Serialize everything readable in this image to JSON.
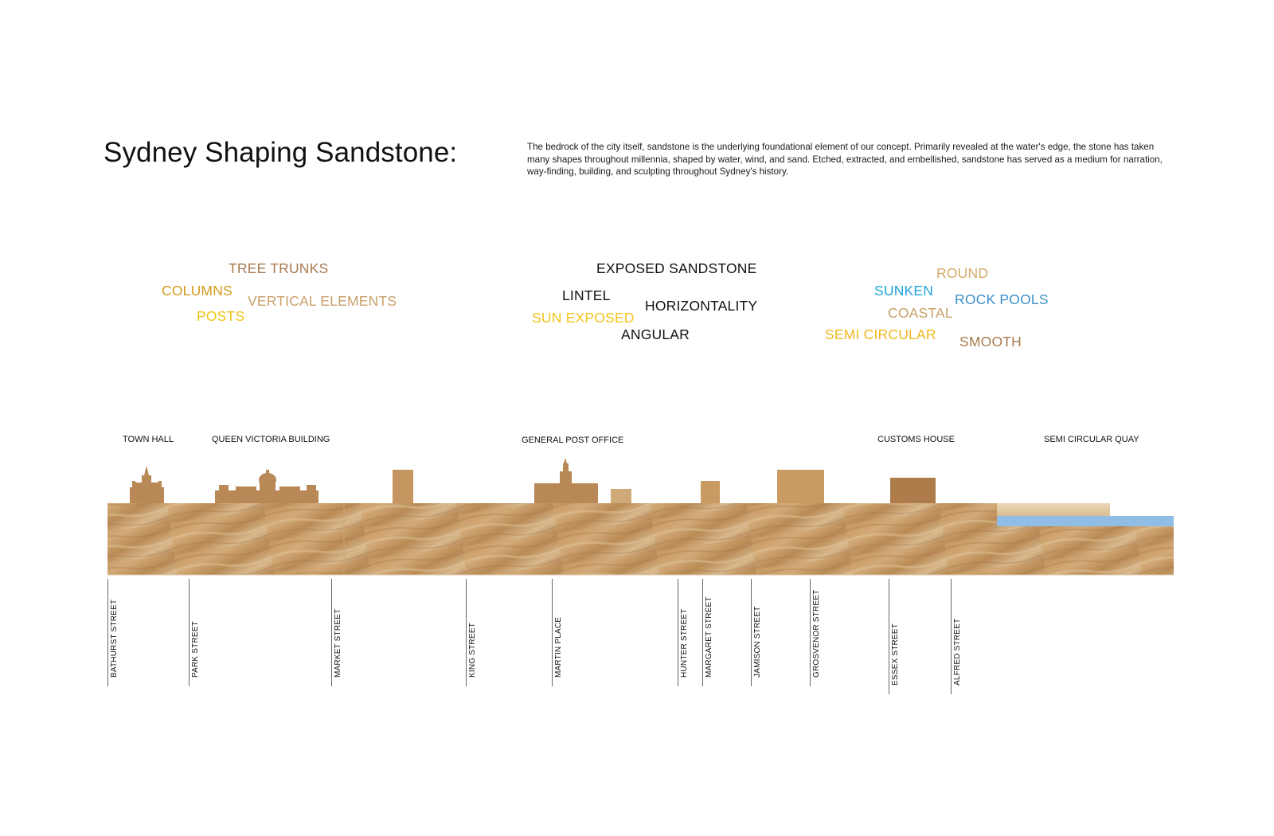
{
  "title": "Sydney Shaping Sandstone:",
  "intro": "The bedrock of the city itself, sandstone is the underlying foundational element of our concept. Primarily revealed at the water's edge, the stone has taken many shapes throughout millennia, shaped by water, wind, and sand. Etched, extracted, and embellished, sandstone has served as a medium for narration, way-finding, building, and sculpting throughout Sydney's history.",
  "word_groups": [
    {
      "words": [
        {
          "text": "TREE TRUNKS",
          "color": "#a87b4f"
        },
        {
          "text": "COLUMNS",
          "color": "#d49a1e"
        },
        {
          "text": "VERTICAL ELEMENTS",
          "color": "#c9a06a"
        },
        {
          "text": "POSTS",
          "color": "#f0c419"
        }
      ]
    },
    {
      "words": [
        {
          "text": "EXPOSED SANDSTONE",
          "color": "#111111"
        },
        {
          "text": "LINTEL",
          "color": "#111111"
        },
        {
          "text": "HORIZONTALITY",
          "color": "#111111"
        },
        {
          "text": "SUN EXPOSED",
          "color": "#f5c518"
        },
        {
          "text": "ANGULAR",
          "color": "#111111"
        }
      ]
    },
    {
      "words": [
        {
          "text": "ROUND",
          "color": "#d6a96a"
        },
        {
          "text": "SUNKEN",
          "color": "#1fa3dc"
        },
        {
          "text": "ROCK POOLS",
          "color": "#3d8fc9"
        },
        {
          "text": "COASTAL",
          "color": "#c9a06a"
        },
        {
          "text": "SEMI CIRCULAR",
          "color": "#f0b820"
        },
        {
          "text": "SMOOTH",
          "color": "#a87b4f"
        }
      ]
    }
  ],
  "landmarks": [
    "TOWN HALL",
    "QUEEN VICTORIA BUILDING",
    "GENERAL POST OFFICE",
    "CUSTOMS HOUSE",
    "SEMI CIRCULAR QUAY"
  ],
  "streets": [
    "BATHURST  STREET",
    "PARK  STREET",
    "MARKET  STREET",
    "KING STREET",
    "MARTIN  PLACE",
    "HUNTER  STREET",
    "MARGARET  STREET",
    "JAMISON  STREET",
    "GROSVENOR   STREET",
    "ESSEX  STREET",
    "ALFRED  STREET"
  ],
  "colors": {
    "sandstone": "#c99b63",
    "sandstone_dark": "#a9784a",
    "sandstone_light": "#e0c49a",
    "water": "#8fbde6"
  }
}
